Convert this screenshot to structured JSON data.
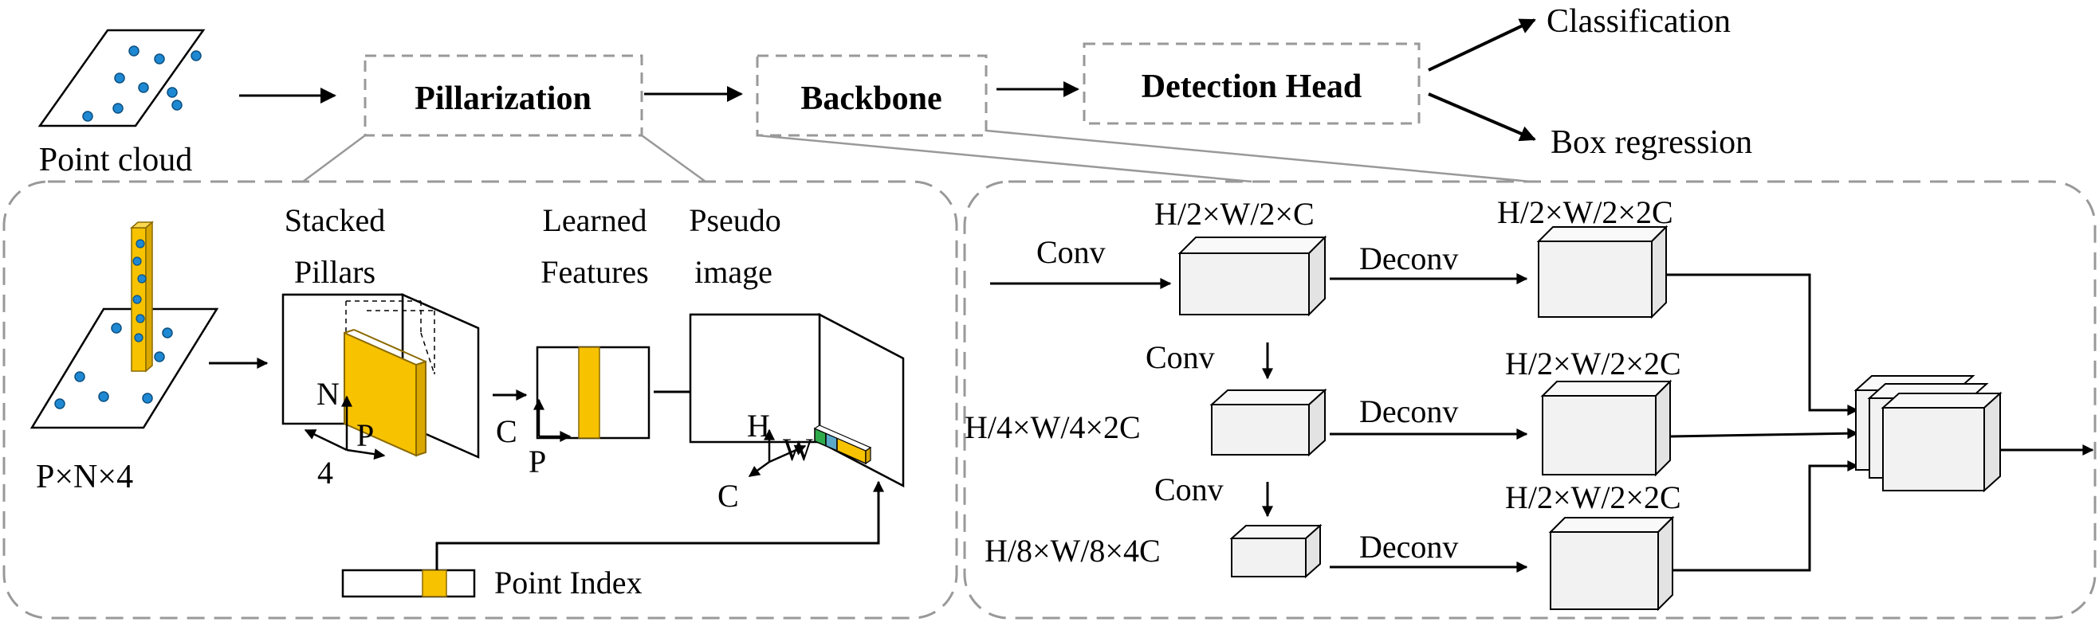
{
  "pipeline": {
    "input_label": "Point cloud",
    "pillarization": "Pillarization",
    "backbone": "Backbone",
    "detection_head": "Detection Head",
    "output_classification": "Classification",
    "output_box_regression": "Box regression"
  },
  "pillar_panel": {
    "input_dims": "P×N×4",
    "stacked_pillars_line1": "Stacked",
    "stacked_pillars_line2": "Pillars",
    "axis_n": "N",
    "axis_p": "P",
    "axis_4": "4",
    "learned_features_line1": "Learned",
    "learned_features_line2": "Features",
    "axis_c": "C",
    "axis_p2": "P",
    "pseudo_image_line1": "Pseudo",
    "pseudo_image_line2": "image",
    "axis_h": "H",
    "axis_w": "W",
    "axis_c2": "C",
    "point_index": "Point Index"
  },
  "backbone_panel": {
    "conv_in": "Conv",
    "conv_1": "Conv",
    "conv_2": "Conv",
    "level1_dims": "H/2×W/2×C",
    "level2_dims": "H/4×W/4×2C",
    "level3_dims": "H/8×W/8×4C",
    "deconv_1": "Deconv",
    "deconv_2": "Deconv",
    "deconv_3": "Deconv",
    "up1_dims": "H/2×W/2×2C",
    "up2_dims": "H/2×W/2×2C",
    "up3_dims": "H/2×W/2×2C"
  },
  "colors": {
    "pillar_yellow": "#F7C200",
    "point_blue": "#1E88D2",
    "cell_green": "#2EAA4A",
    "cell_teal": "#5BA8C8",
    "box_fill": "#F2F2F2",
    "dashed_gray": "#999999"
  }
}
